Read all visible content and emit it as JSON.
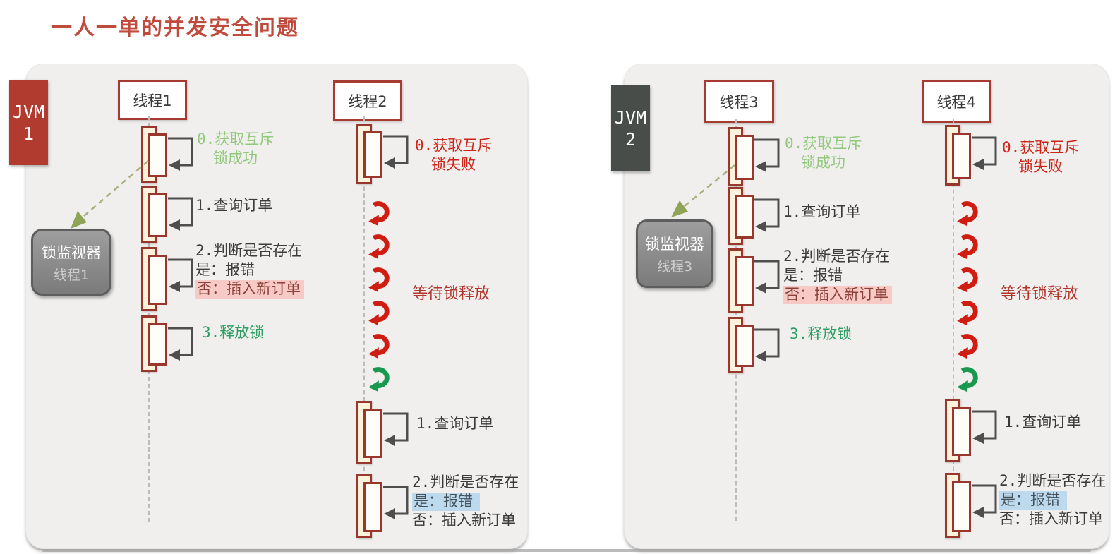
{
  "title": "一人一单的并发安全问题",
  "panels": [
    {
      "jvm": {
        "name": "JVM",
        "number": "1"
      },
      "monitor": {
        "title": "锁监视器",
        "subtitle": "线程1"
      },
      "holder": {
        "name": "线程1",
        "step0_line1": "0.获取互斥",
        "step0_line2": "锁成功",
        "step1": "1.查询订单",
        "step2_line1": "2.判断是否存在",
        "step2_line2": "是：报错",
        "step2_line3": "否：插入新订单",
        "step3": "3.释放锁"
      },
      "waiter": {
        "name": "线程2",
        "step0_line1": "0.获取互斥",
        "step0_line2": "锁失败",
        "wait_label": "等待锁释放",
        "step1": "1.查询订单",
        "step2_line1": "2.判断是否存在",
        "step2_line2": "是：报错",
        "step2_line3": "否：插入新订单"
      }
    },
    {
      "jvm": {
        "name": "JVM",
        "number": "2"
      },
      "monitor": {
        "title": "锁监视器",
        "subtitle": "线程3"
      },
      "holder": {
        "name": "线程3",
        "step0_line1": "0.获取互斥",
        "step0_line2": "锁成功",
        "step1": "1.查询订单",
        "step2_line1": "2.判断是否存在",
        "step2_line2": "是：报错",
        "step2_line3": "否：插入新订单",
        "step3": "3.释放锁"
      },
      "waiter": {
        "name": "线程4",
        "step0_line1": "0.获取互斥",
        "step0_line2": "锁失败",
        "wait_label": "等待锁释放",
        "step1": "1.查询订单",
        "step2_line1": "2.判断是否存在",
        "step2_line2": "是：报错",
        "step2_line3": "否：插入新订单"
      }
    }
  ],
  "colors": {
    "title_text": "#c04b3c",
    "jvm1_badge": "#b23b30",
    "jvm2_badge": "#484d4a",
    "panel_bg": "#f0efee",
    "activation_border": "#9a372c",
    "activation_fill": "#fdf3dc",
    "success_text": "#92c97d",
    "release_text": "#2f9e63",
    "fail_text": "#cb251a",
    "wait_text": "#b2362c",
    "highlight_pink": "#f8cac5",
    "highlight_blue": "#bcd9ee",
    "spin_red": "#cf1d12",
    "spin_green": "#19994f"
  }
}
